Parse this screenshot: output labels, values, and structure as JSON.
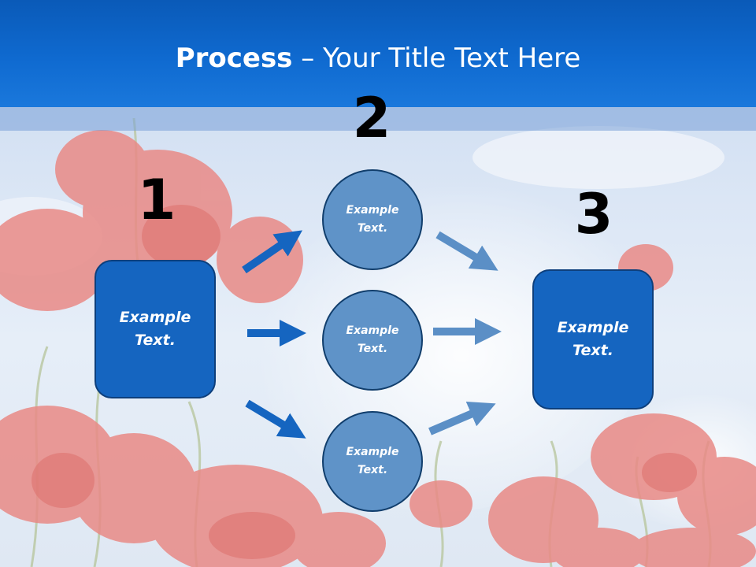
{
  "slide": {
    "title_strong": "Process",
    "title_rest": " – Your Title Text Here"
  },
  "steps": [
    {
      "number": "1",
      "box_text": "Example Text."
    },
    {
      "number": "2",
      "circles": [
        "Example Text.",
        "Example Text.",
        "Example Text."
      ]
    },
    {
      "number": "3",
      "box_text": "Example Text."
    }
  ],
  "colors": {
    "title_bar": "#0f6ad0",
    "box_fill": "#1565c0",
    "circle_fill": "#5f93c8",
    "arrow_dark": "#1565c0",
    "arrow_light": "#5b8fc6"
  }
}
